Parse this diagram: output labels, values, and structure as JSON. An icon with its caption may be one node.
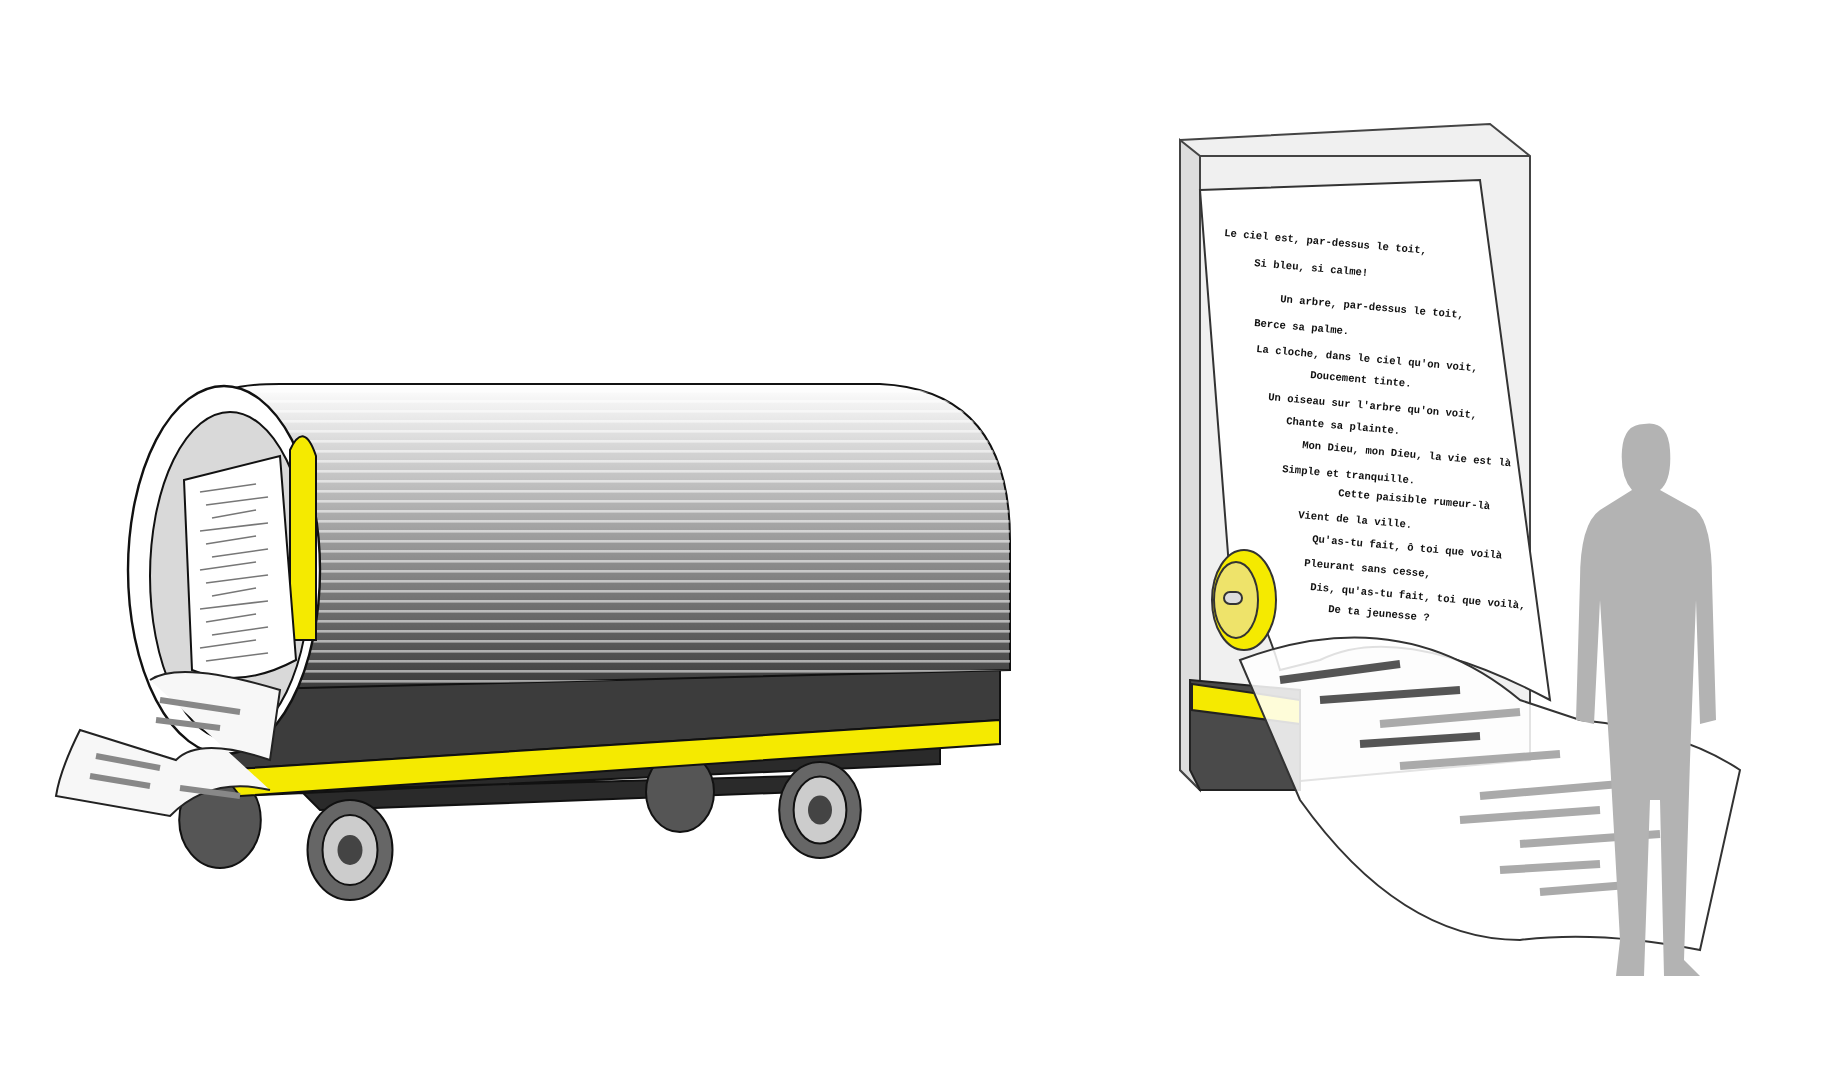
{
  "diagram": {
    "labels": [
      "Le ciel est, par-dessus le toit,",
      "Si bleu, si calme!",
      "Un arbre, par-dessus le toit,",
      "Berce sa palme.",
      "La cloche, dans le ciel qu'on voit,",
      "Doucement tinte.",
      "Un oiseau sur l'arbre qu'on voit,",
      "Chante sa plainte.",
      "Mon Dieu, mon Dieu, la vie est là",
      "Simple et tranquille.",
      "Cette paisible rumeur-là",
      "Vient de la ville.",
      "Qu'as-tu fait, ô toi que voilà",
      "Pleurant sans cesse,",
      "Dis, qu'as-tu fait, toi que voilà,",
      "De ta jeunesse ?"
    ]
  }
}
